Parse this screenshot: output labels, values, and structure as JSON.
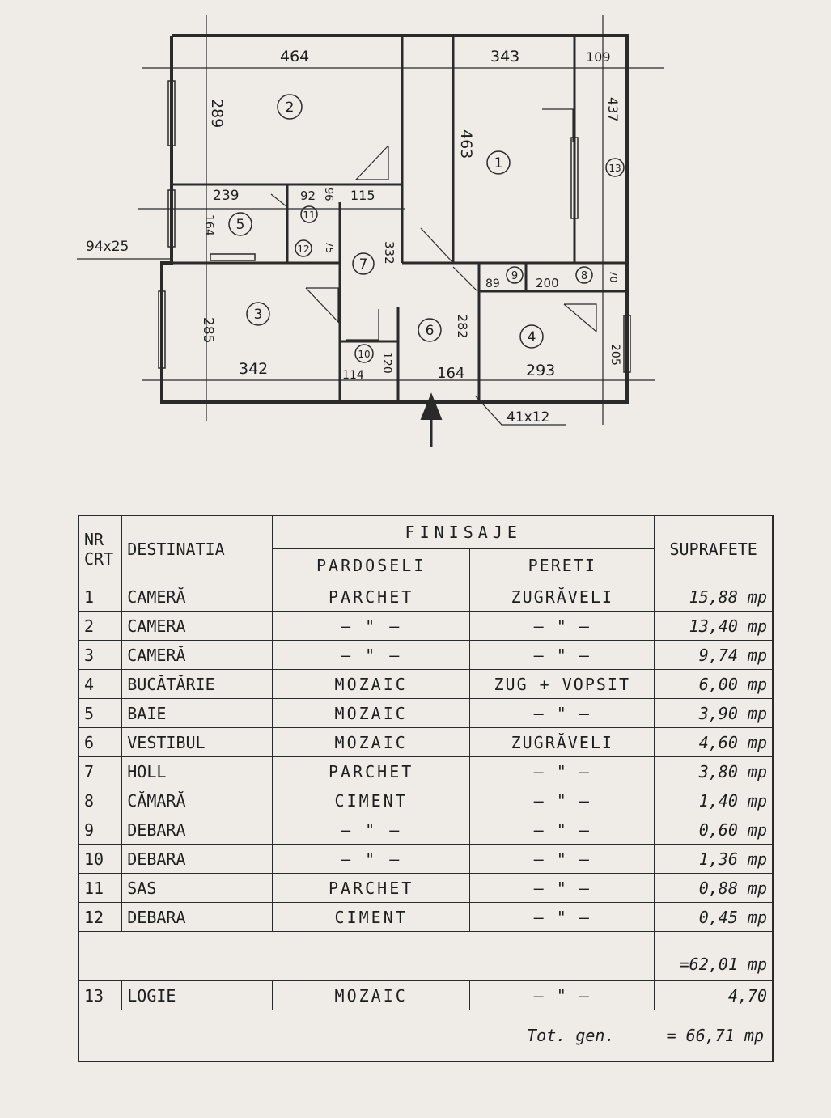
{
  "plan": {
    "dims": {
      "top_left": "464",
      "top_mid": "343",
      "top_right": "109",
      "r2_height": "289",
      "r1_height": "463",
      "r13_height": "437",
      "r5_width": "239",
      "r11_width": "92",
      "r12_mark": "96",
      "r7_width": "115",
      "r5_height": "164",
      "window_label": "94x25",
      "r7_height": "332",
      "r12_small": "75",
      "r9_width": "89",
      "r8_width": "200",
      "r8_small": "70",
      "r3_height": "285",
      "r3_width": "342",
      "r10_width": "114",
      "r10_height": "120",
      "r6_height": "282",
      "r6_width": "164",
      "r4_width": "293",
      "r4_height": "205",
      "door_label": "41x12"
    },
    "room_numbers": {
      "r1": "1",
      "r2": "2",
      "r3": "3",
      "r4": "4",
      "r5": "5",
      "r6": "6",
      "r7": "7",
      "r8": "8",
      "r9": "9",
      "r10": "10",
      "r11": "11",
      "r12": "12",
      "r13": "13"
    }
  },
  "table": {
    "headers": {
      "nr_line1": "NR",
      "nr_line2": "CRT",
      "destinatia": "DESTINATIA",
      "finisaje": "FINISAJE",
      "pardoseli": "PARDOSELI",
      "pereti": "PERETI",
      "suprafete": "SUPRAFETE"
    },
    "rows": [
      {
        "nr": "1",
        "dest": "CAMERĂ",
        "pard": "PARCHET",
        "pereti": "ZUGRĂVELI",
        "supr": "15,88 mp"
      },
      {
        "nr": "2",
        "dest": "CAMERA",
        "pard": "— \" —",
        "pereti": "— \" —",
        "supr": "13,40 mp"
      },
      {
        "nr": "3",
        "dest": "CAMERĂ",
        "pard": "— \" —",
        "pereti": "— \" —",
        "supr": "9,74 mp"
      },
      {
        "nr": "4",
        "dest": "BUCĂTĂRIE",
        "pard": "MOZAIC",
        "pereti": "ZUG + VOPSIT",
        "supr": "6,00 mp"
      },
      {
        "nr": "5",
        "dest": "BAIE",
        "pard": "MOZAIC",
        "pereti": "— \" —",
        "supr": "3,90 mp"
      },
      {
        "nr": "6",
        "dest": "VESTIBUL",
        "pard": "MOZAIC",
        "pereti": "ZUGRĂVELI",
        "supr": "4,60 mp"
      },
      {
        "nr": "7",
        "dest": "HOLL",
        "pard": "PARCHET",
        "pereti": "— \" —",
        "supr": "3,80 mp"
      },
      {
        "nr": "8",
        "dest": "CĂMARĂ",
        "pard": "CIMENT",
        "pereti": "— \" —",
        "supr": "1,40 mp"
      },
      {
        "nr": "9",
        "dest": "DEBARA",
        "pard": "— \" —",
        "pereti": "— \" —",
        "supr": "0,60 mp"
      },
      {
        "nr": "10",
        "dest": "DEBARA",
        "pard": "— \" —",
        "pereti": "— \" —",
        "supr": "1,36 mp"
      },
      {
        "nr": "11",
        "dest": "SAS",
        "pard": "PARCHET",
        "pereti": "— \" —",
        "supr": "0,88 mp"
      },
      {
        "nr": "12",
        "dest": "DEBARA",
        "pard": "CIMENT",
        "pereti": "— \" —",
        "supr": "0,45 mp"
      }
    ],
    "subtotal": "=62,01 mp",
    "logie": {
      "nr": "13",
      "dest": "LOGIE",
      "pard": "MOZAIC",
      "pereti": "— \" —",
      "supr": "4,70"
    },
    "total_label": "Tot. gen.",
    "total_value": "= 66,71 mp"
  }
}
